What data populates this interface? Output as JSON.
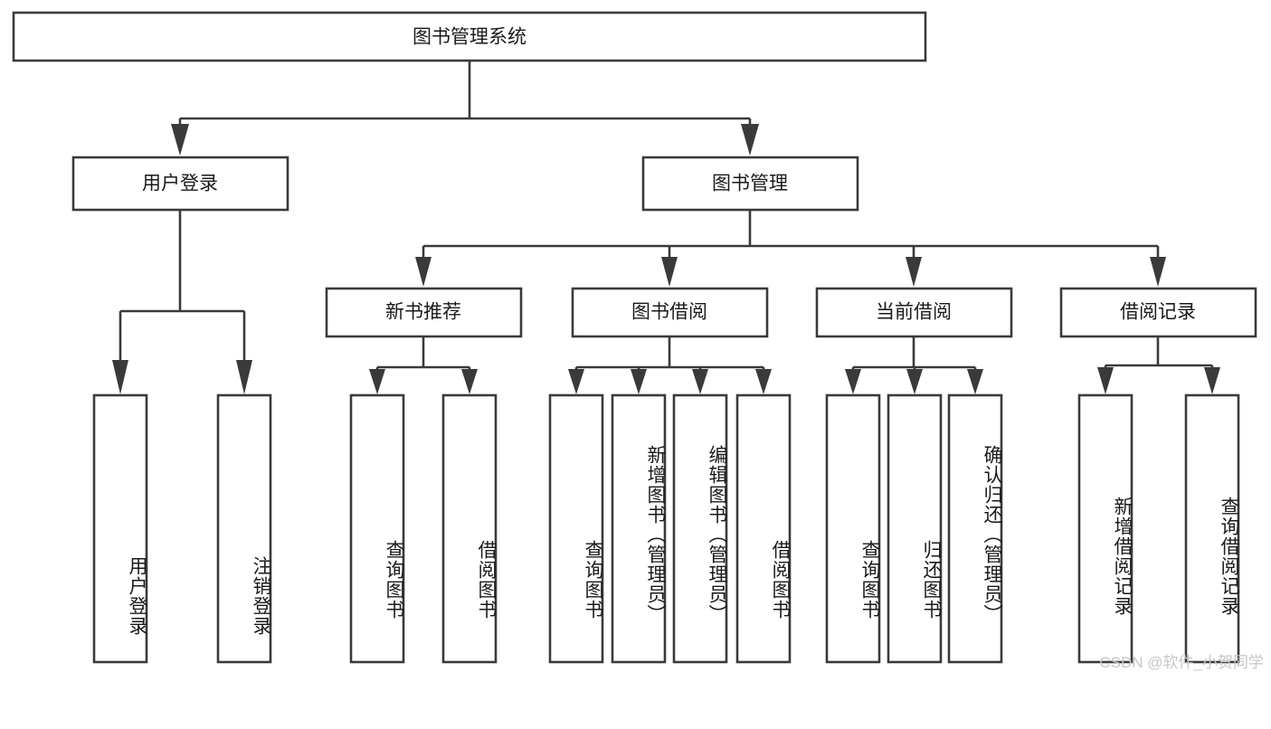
{
  "diagram": {
    "title": "图书管理系统",
    "type": "tree-hierarchy",
    "colors": {
      "box_stroke": "#3a3a3a",
      "box_fill": "#ffffff",
      "text": "#1a1a1a",
      "background": "#ffffff",
      "watermark": "#c6c6c6"
    },
    "root": {
      "label": "图书管理系统"
    },
    "level1": [
      {
        "label": "用户登录"
      },
      {
        "label": "图书管理"
      }
    ],
    "level2": [
      {
        "label": "新书推荐"
      },
      {
        "label": "图书借阅"
      },
      {
        "label": "当前借阅"
      },
      {
        "label": "借阅记录"
      }
    ],
    "leaves": {
      "user_login": [
        {
          "label": "用户登录"
        },
        {
          "label": "注销登录"
        }
      ],
      "new_book_recommend": [
        {
          "label": "查询图书"
        },
        {
          "label": "借阅图书"
        }
      ],
      "book_borrow": [
        {
          "label": "查询图书"
        },
        {
          "label": "新增图书（管理员）"
        },
        {
          "label": "编辑图书（管理员）"
        },
        {
          "label": "借阅图书"
        }
      ],
      "current_borrow": [
        {
          "label": "查询图书"
        },
        {
          "label": "归还图书"
        },
        {
          "label": "确认归还（管理员）"
        }
      ],
      "borrow_record": [
        {
          "label": "新增借阅记录"
        },
        {
          "label": "查询借阅记录"
        }
      ]
    }
  },
  "watermark": {
    "text": "CSDN @软件_小贺同学"
  }
}
